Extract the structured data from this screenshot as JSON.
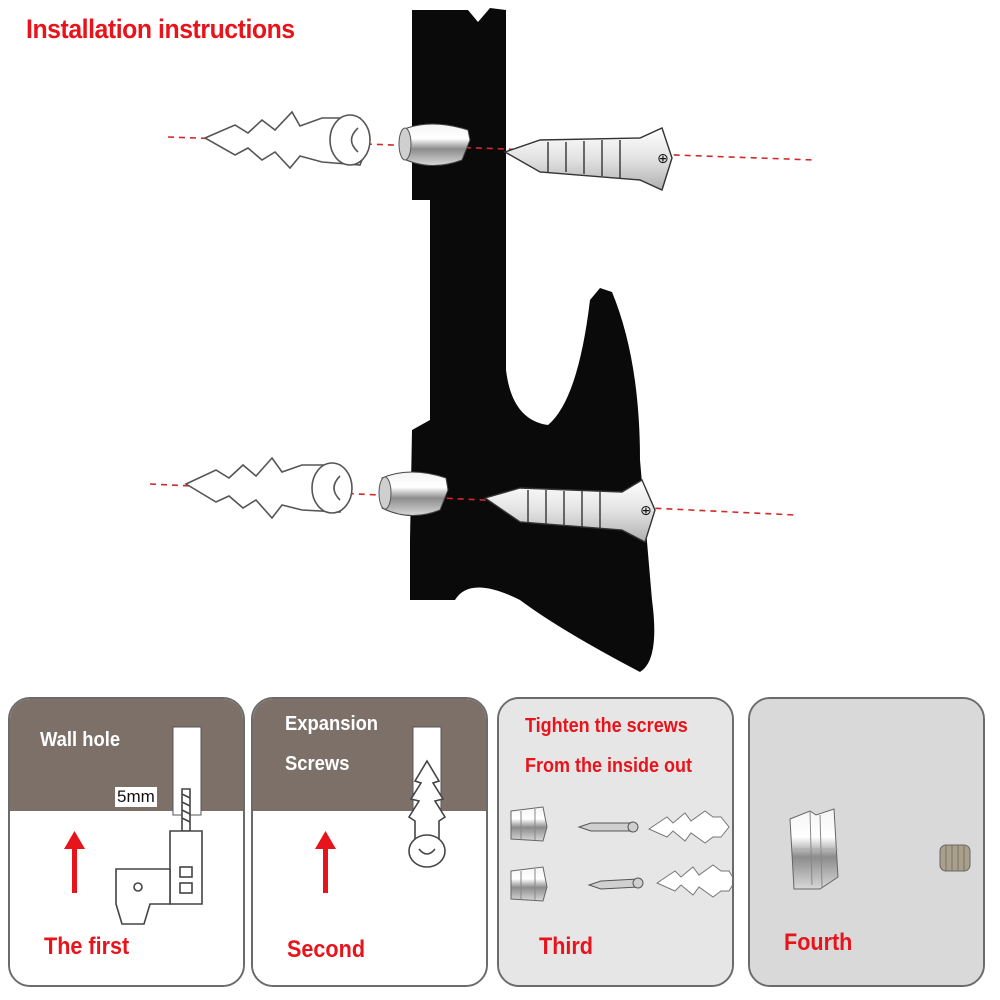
{
  "title": "Installation instructions",
  "colors": {
    "accent_red": "#e8141b",
    "bracket_black": "#0a0a0a",
    "wall_brown": "#7d7069",
    "panel_border": "#6b6b6b",
    "panel3_bg": "#e6e6e6",
    "panel4_bg": "#d9d9d9"
  },
  "steps": [
    {
      "label": "The first",
      "wall_label": "Wall hole",
      "drill_size": "5mm",
      "icon": "drill-icon"
    },
    {
      "label": "Second",
      "wall_label_line1": "Expansion",
      "wall_label_line2": "Screws",
      "icon": "wall-anchor-icon"
    },
    {
      "label": "Third",
      "note_line1": "Tighten the screws",
      "note_line2": "From the inside out",
      "icon": "hardware-parts-icon"
    },
    {
      "label": "Fourth",
      "icon": "clamp-and-setscrew-icon"
    }
  ]
}
